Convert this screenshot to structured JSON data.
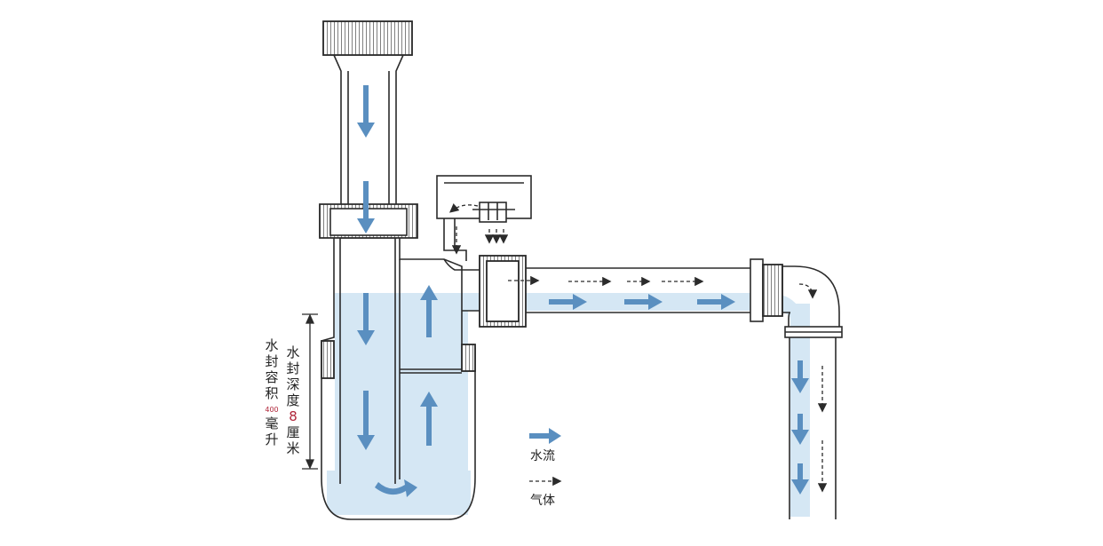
{
  "labels": {
    "seal_depth": {
      "chars": [
        "水",
        "封",
        "深",
        "度"
      ],
      "value": "8",
      "unit_chars": [
        "厘",
        "米"
      ]
    },
    "seal_volume": {
      "chars": [
        "水",
        "封",
        "容",
        "积"
      ],
      "value": "400",
      "unit_chars": [
        "毫",
        "升"
      ]
    }
  },
  "legend": {
    "water_flow": "水流",
    "gas": "气体"
  },
  "colors": {
    "water": "#d5e7f4",
    "arrow": "#5a8fc0",
    "outline": "#2b2b2b",
    "highlight": "#b0263a"
  }
}
